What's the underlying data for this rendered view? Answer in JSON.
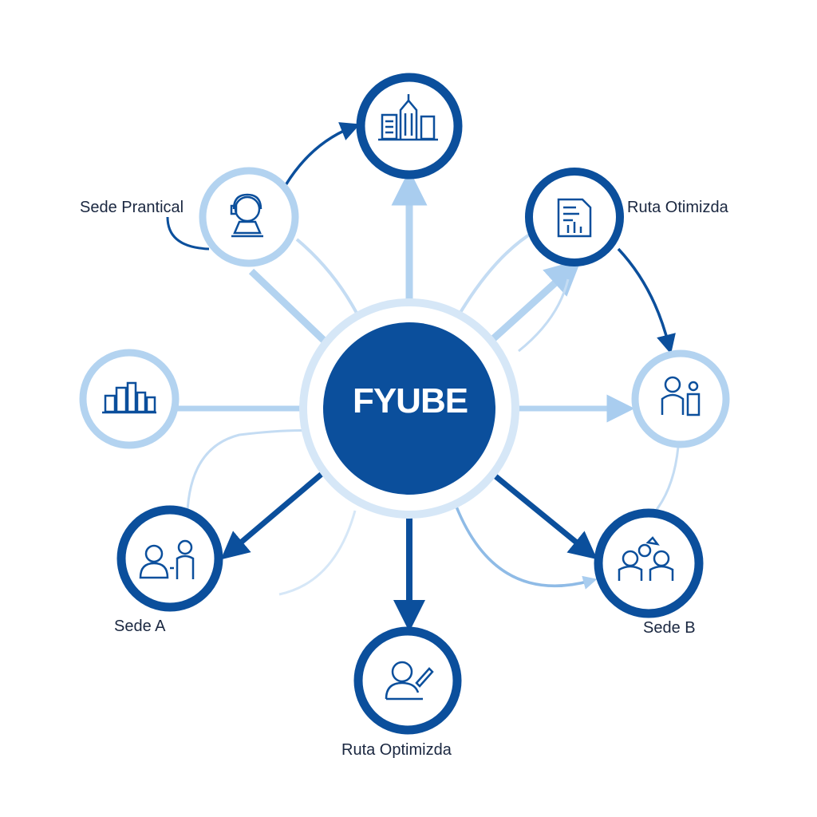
{
  "center": {
    "label": "FYUBE"
  },
  "nodes": [
    {
      "id": "top",
      "icon": "office-buildings-icon"
    },
    {
      "id": "upper-left",
      "label": "Sede Prantical",
      "icon": "person-with-headset-icon"
    },
    {
      "id": "upper-right",
      "label": "Ruta Otimizda",
      "icon": "document-chart-icon"
    },
    {
      "id": "left",
      "icon": "city-buildings-icon"
    },
    {
      "id": "right",
      "icon": "two-people-icon"
    },
    {
      "id": "lower-left",
      "label": "Sede A",
      "icon": "two-users-icon"
    },
    {
      "id": "lower-right",
      "label": "Sede B",
      "icon": "team-group-icon"
    },
    {
      "id": "bottom",
      "label": "Ruta Optimizda",
      "icon": "user-with-pen-icon"
    }
  ],
  "colors": {
    "dark_blue": "#0b4f9c",
    "light_blue": "#b3d3f0",
    "hub_ring": "#d6e7f7"
  }
}
